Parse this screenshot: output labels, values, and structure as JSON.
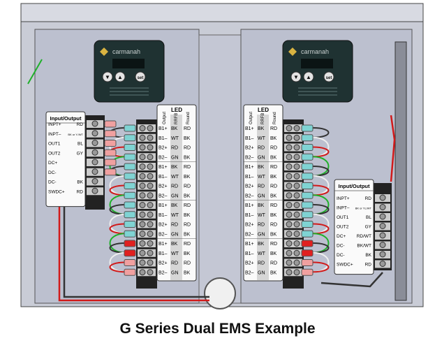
{
  "caption": "G Series Dual EMS Example",
  "controller": {
    "brand": "carmanah",
    "buttons": [
      "▼",
      "▲",
      "set"
    ]
  },
  "io_label": {
    "title": "Input/Output",
    "rows_left": [
      [
        "INPT+",
        "RD"
      ],
      [
        "INPT–",
        "BK or Y./WT"
      ],
      [
        "OUT1",
        "BL"
      ],
      [
        "OUT2",
        "GY"
      ],
      [
        "DC+",
        ""
      ],
      [
        "DC-",
        ""
      ],
      [
        "DC-",
        "BK"
      ],
      [
        "SWDC+",
        "RD"
      ]
    ],
    "rows_right": [
      [
        "INPT+",
        "RD"
      ],
      [
        "INPT–",
        "BK or YL/WT"
      ],
      [
        "OUT1",
        "BL"
      ],
      [
        "OUT2",
        "GY"
      ],
      [
        "DC+",
        "RD/WT"
      ],
      [
        "DC-",
        "BK/WT"
      ],
      [
        "DC-",
        "BK"
      ],
      [
        "SWDC+",
        "RD"
      ]
    ]
  },
  "led_label": {
    "title": "LED",
    "columns": [
      "Output",
      "RRFB",
      "Round"
    ],
    "rows": [
      [
        "B1+",
        "BK",
        "RD"
      ],
      [
        "B1–",
        "WT",
        "BK"
      ],
      [
        "B2+",
        "RD",
        "RD"
      ],
      [
        "B2–",
        "GN",
        "BK"
      ],
      [
        "B1+",
        "BK",
        "RD"
      ],
      [
        "B1–",
        "WT",
        "BK"
      ],
      [
        "B2+",
        "RD",
        "RD"
      ],
      [
        "B2–",
        "GN",
        "BK"
      ],
      [
        "B1+",
        "BK",
        "RD"
      ],
      [
        "B1–",
        "WT",
        "BK"
      ],
      [
        "B2+",
        "RD",
        "RD"
      ],
      [
        "B2–",
        "GN",
        "BK"
      ],
      [
        "B1+",
        "BK",
        "RD"
      ],
      [
        "B1–",
        "WT",
        "BK"
      ],
      [
        "B2+",
        "RD",
        "RD"
      ],
      [
        "B2–",
        "GN",
        "BK"
      ]
    ]
  },
  "colors": {
    "cabinet": "#c9ccd6",
    "panel": "#b9bdcc",
    "controller": "#1f3232",
    "wire_red": "#d11a1a",
    "wire_green": "#1fb02a",
    "wire_black": "#333333",
    "ferrule_cyan": "#7fd3d3",
    "ferrule_pink": "#f0a0a0"
  }
}
